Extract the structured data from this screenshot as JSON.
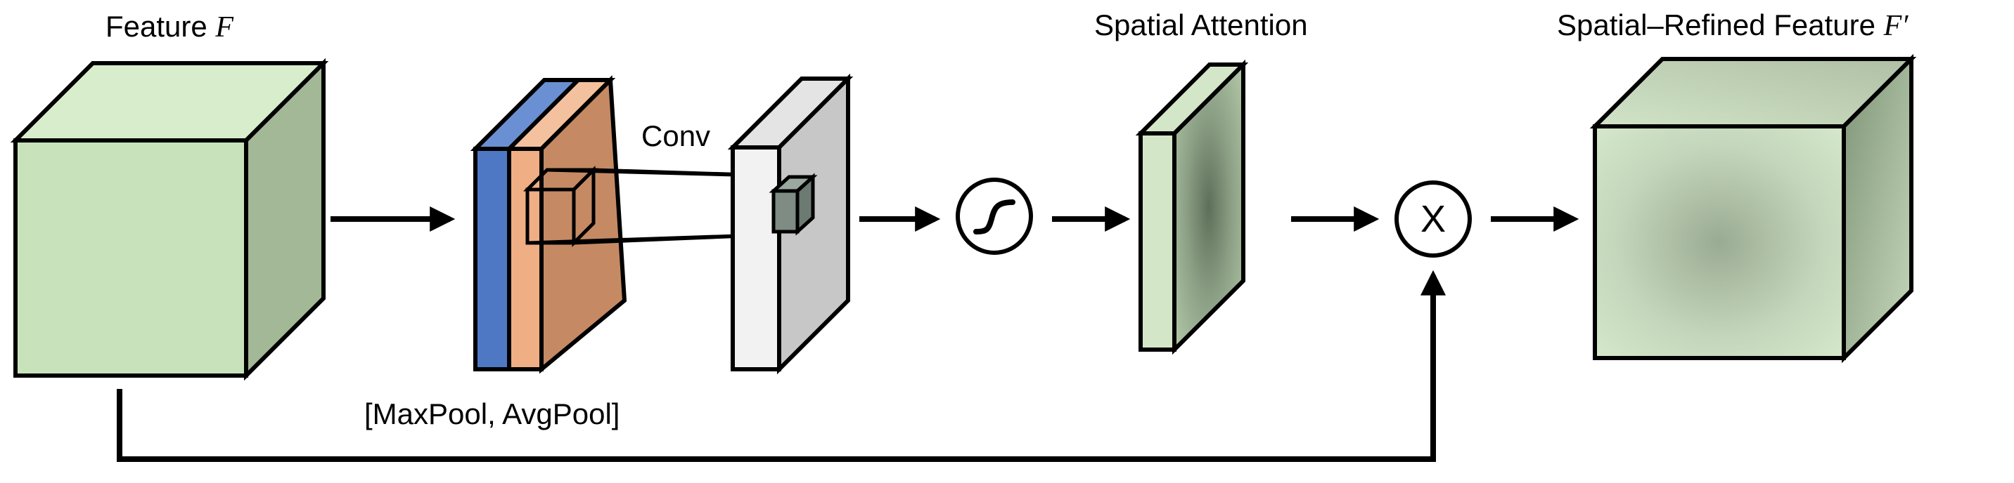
{
  "labels": {
    "feature": "Feature",
    "feature_symbol": "F",
    "conv": "Conv",
    "pool": "[MaxPool, AvgPool]",
    "spatial_attention": "Spatial Attention",
    "refined": "Spatial–Refined Feature",
    "refined_symbol": "F′"
  },
  "ops": {
    "sigmoid_symbol": "∿",
    "multiply_symbol": "X"
  },
  "colors": {
    "feature_front": "#c8e3bb",
    "feature_top": "#d8edcc",
    "feature_side": "#a3b897",
    "maxpool_channel": "#4f78c4",
    "avgpool_channel_front": "#f0ae84",
    "avgpool_channel_side": "#c58a64",
    "conv_front": "#f2f2f2",
    "conv_side": "#c7c7c7",
    "attention_dark": "#7c8f76",
    "attention_light": "#d4e6c8"
  }
}
